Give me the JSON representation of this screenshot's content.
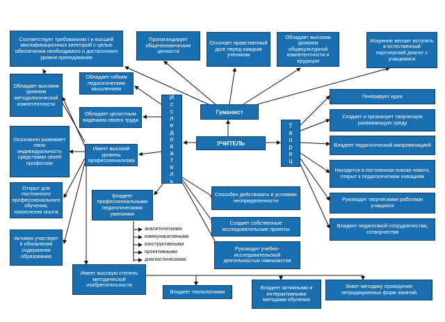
{
  "colors": {
    "box_fill": "#1a6fb0",
    "box_border": "#0d3f66",
    "text": "#ffffff",
    "line": "#111111"
  },
  "center": {
    "label": "УЧИТЕЛЬ"
  },
  "humanist": {
    "label": "Гуманист"
  },
  "researcher": {
    "label": "Исследователь"
  },
  "creator": {
    "label": "Творец"
  },
  "top": [
    "Соответствует требованиям I и высшей квалификационных категорий с целью обеспечения необходимого и достаточного уровня преподавания",
    "Пропагандирует общечеловеческие ценности",
    "Осознает нравственный долг перед каждым учеником",
    "Обладает высоким уровнем общекультурной компетентности и эрудиции",
    "Искренне желает вступить в естественный партнерский диалог с учащимися"
  ],
  "left_col": [
    "Обладает высоким уровнем методологической компетентности",
    "Осознанно развивает свою индивидуальность средствами своей профессии",
    "Открыт для постоянного профессионального обучения, накопления опыта",
    "Активно участвует в обновлении содержания образования"
  ],
  "inner_left": [
    "Обладает гибким педагогическим мышлением",
    "Обладает целостным видением своего труда",
    "Имеет высокий уровень профессионализма"
  ],
  "skills": {
    "box": "Владеет профессиональными педагогическими умениями",
    "items": [
      "аналитическими",
      "коммуникативными",
      "конструктивными",
      "проективными",
      "диагностическими"
    ]
  },
  "research": [
    "Способен действовать в условиях неопределенности",
    "Создает собственные исследовательские проекты",
    "Руководит учебно-исследовательской деятельностью гимназистов"
  ],
  "right": [
    "Генерирует идеи",
    "Создает и организует творческую развивающую среду",
    "Владеет педагогической импровизацией",
    "Находится в постоянном поиске нового, открыт к педагогическим новациям",
    "Руководит творческими работами учащихся",
    "Владеет педагогикой сотрудничества, сотворчества"
  ],
  "bottom": [
    "Имеет высокую степень методической изобретательности",
    "Владеет технологиями",
    "Владеет активными и интерактивными методами обучения",
    "Знает методику проведения нетрадиционных форм занятий"
  ]
}
